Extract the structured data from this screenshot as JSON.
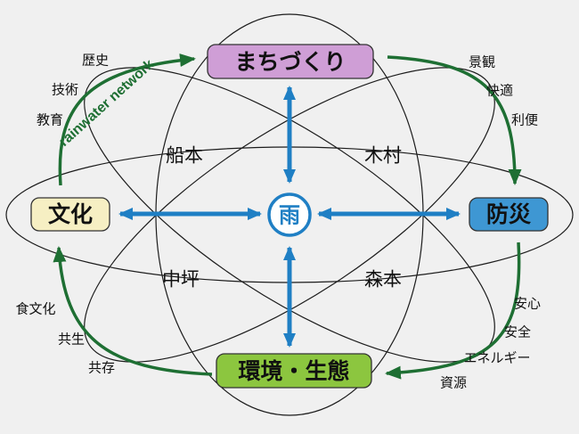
{
  "diagram": {
    "center": {
      "label": "雨"
    },
    "network_label": "rainwater network",
    "nodes": {
      "top": {
        "label": "まちづくり",
        "color": "#cf9ed6"
      },
      "left": {
        "label": "文化",
        "color": "#f6efc3"
      },
      "right": {
        "label": "防災",
        "color": "#3e97d3"
      },
      "bottom": {
        "label": "環境・生態",
        "color": "#8cc63f"
      }
    },
    "quadrants": {
      "top_left": "船本",
      "top_right": "木村",
      "bottom_left": "中坪",
      "bottom_right": "森本"
    },
    "outer_labels": {
      "top_left": [
        "歴史",
        "技術",
        "教育"
      ],
      "top_right": [
        "景観",
        "快適",
        "利便"
      ],
      "bottom_left": [
        "食文化",
        "共生",
        "共存"
      ],
      "bottom_right": [
        "安心",
        "安全",
        "エネルギー",
        "資源"
      ]
    },
    "colors": {
      "arrow_blue": "#1f7fc4",
      "arc_green": "#1e6f33",
      "outline_black": "#1c1c1c"
    }
  }
}
